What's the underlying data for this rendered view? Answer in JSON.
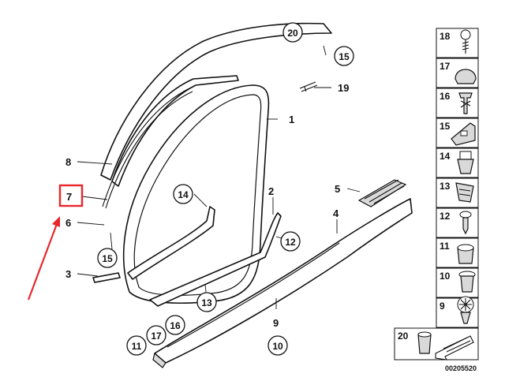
{
  "diagram": {
    "callouts_plain": [
      {
        "id": "1",
        "label": "1"
      },
      {
        "id": "2",
        "label": "2"
      },
      {
        "id": "3",
        "label": "3"
      },
      {
        "id": "4",
        "label": "4"
      },
      {
        "id": "5",
        "label": "5"
      },
      {
        "id": "6",
        "label": "6"
      },
      {
        "id": "7",
        "label": "7"
      },
      {
        "id": "8",
        "label": "8"
      },
      {
        "id": "9",
        "label": "9"
      },
      {
        "id": "19",
        "label": "19"
      }
    ],
    "callouts_circled": [
      {
        "id": "20",
        "label": "20"
      },
      {
        "id": "15a",
        "label": "15"
      },
      {
        "id": "14",
        "label": "14"
      },
      {
        "id": "12",
        "label": "12"
      },
      {
        "id": "15b",
        "label": "15"
      },
      {
        "id": "13",
        "label": "13"
      },
      {
        "id": "16",
        "label": "16"
      },
      {
        "id": "17",
        "label": "17"
      },
      {
        "id": "11",
        "label": "11"
      },
      {
        "id": "10",
        "label": "10"
      }
    ],
    "sidebar_parts": [
      "18",
      "17",
      "16",
      "15",
      "14",
      "13",
      "12",
      "11",
      "10",
      "9"
    ],
    "sidebar_bottom": "20",
    "reference_number": "00205520",
    "highlight": {
      "target": "7",
      "color": "#e8262b"
    },
    "colors": {
      "line": "#111111",
      "highlight": "#e8262b"
    }
  }
}
